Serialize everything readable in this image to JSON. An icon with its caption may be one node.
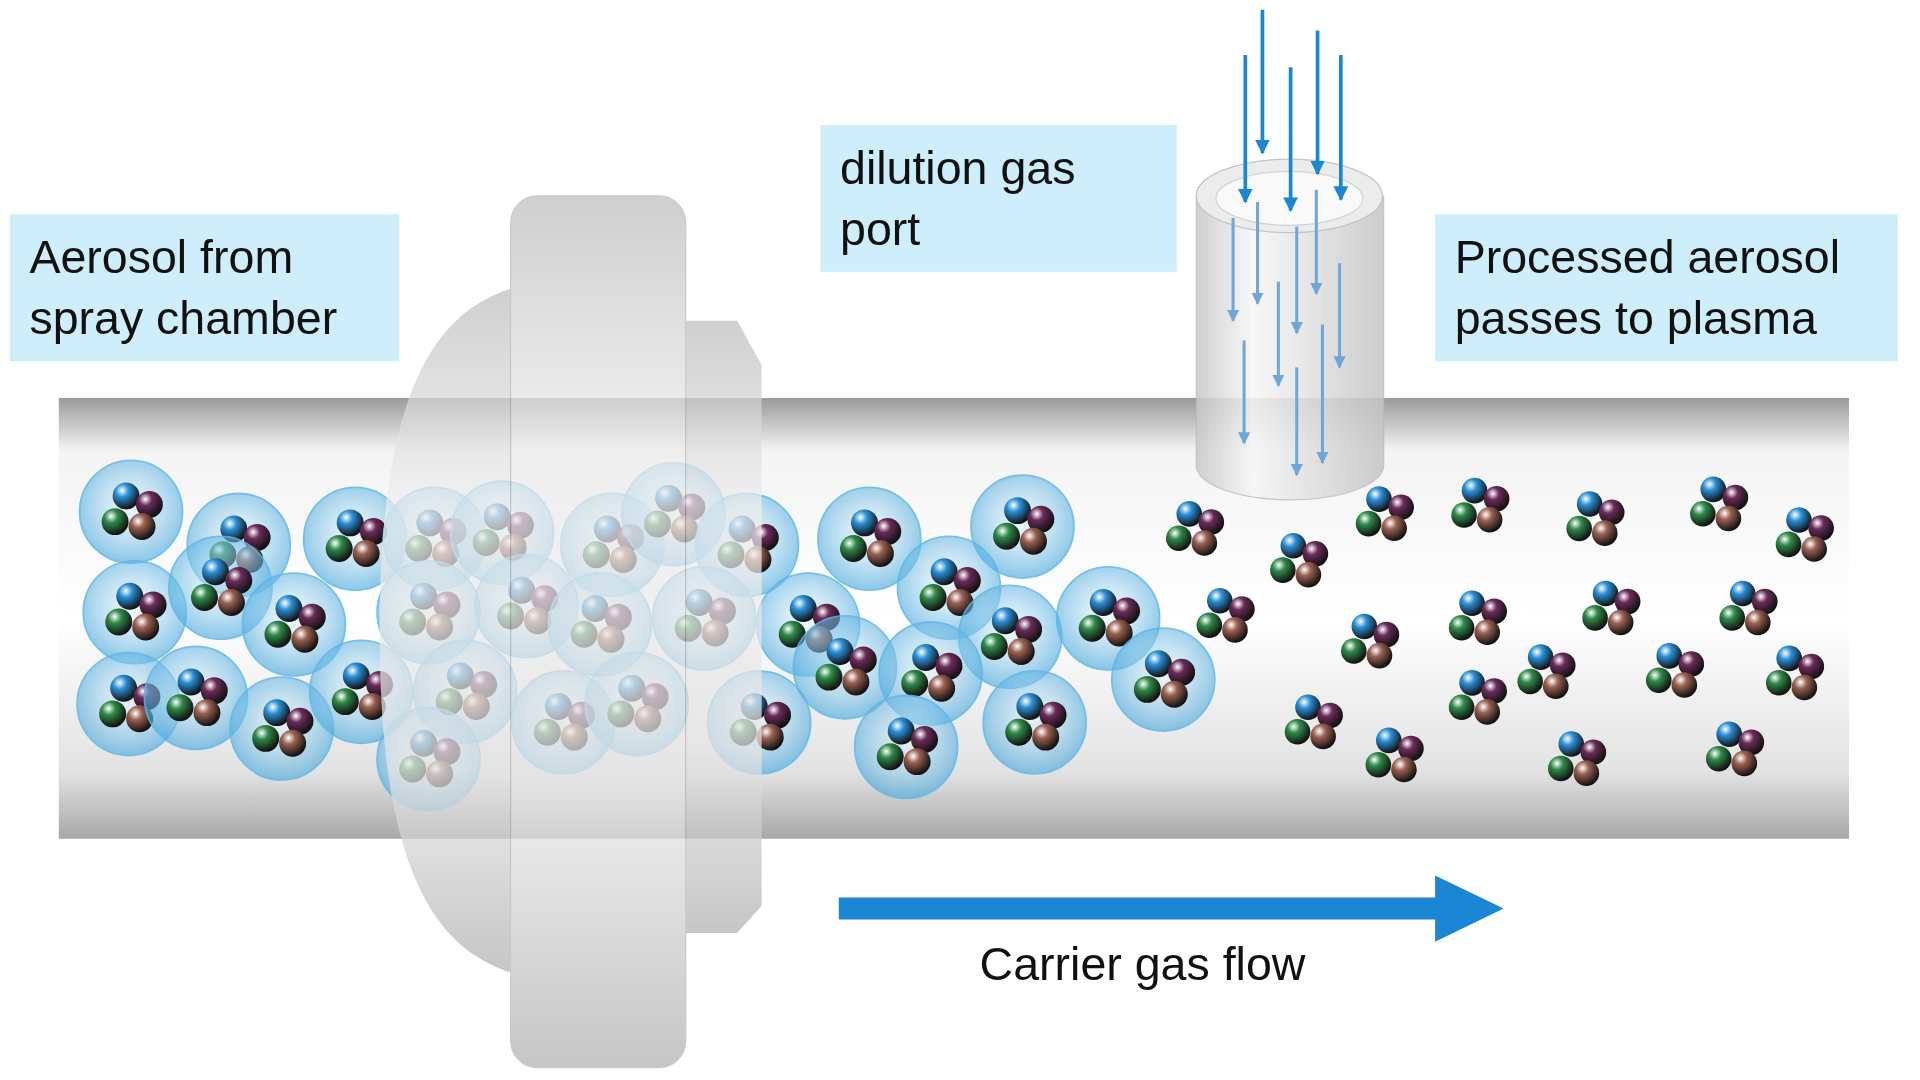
{
  "diagram": {
    "labels": [
      "Aerosol from spray chamber",
      "dilution gas port",
      "Processed aerosol passes to plasma",
      "Carrier gas flow"
    ]
  }
}
